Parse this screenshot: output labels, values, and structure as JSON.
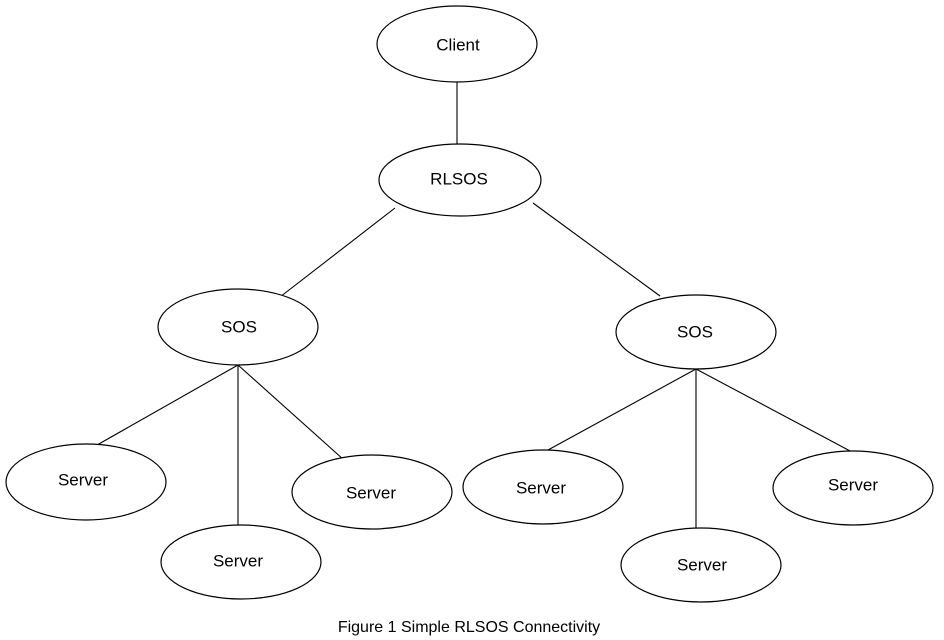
{
  "diagram": {
    "caption": "Figure 1 Simple RLSOS Connectivity",
    "nodes": {
      "client": {
        "label": "Client"
      },
      "rlsos": {
        "label": "RLSOS"
      },
      "sos_left": {
        "label": "SOS"
      },
      "sos_right": {
        "label": "SOS"
      },
      "server_left_1": {
        "label": "Server"
      },
      "server_left_2": {
        "label": "Server"
      },
      "server_left_3": {
        "label": "Server"
      },
      "server_right_1": {
        "label": "Server"
      },
      "server_right_2": {
        "label": "Server"
      },
      "server_right_3": {
        "label": "Server"
      }
    },
    "edges": [
      {
        "from": "client",
        "to": "rlsos"
      },
      {
        "from": "rlsos",
        "to": "sos_left"
      },
      {
        "from": "rlsos",
        "to": "sos_right"
      },
      {
        "from": "sos_left",
        "to": "server_left_1"
      },
      {
        "from": "sos_left",
        "to": "server_left_2"
      },
      {
        "from": "sos_left",
        "to": "server_left_3"
      },
      {
        "from": "sos_right",
        "to": "server_right_1"
      },
      {
        "from": "sos_right",
        "to": "server_right_2"
      },
      {
        "from": "sos_right",
        "to": "server_right_3"
      }
    ]
  }
}
